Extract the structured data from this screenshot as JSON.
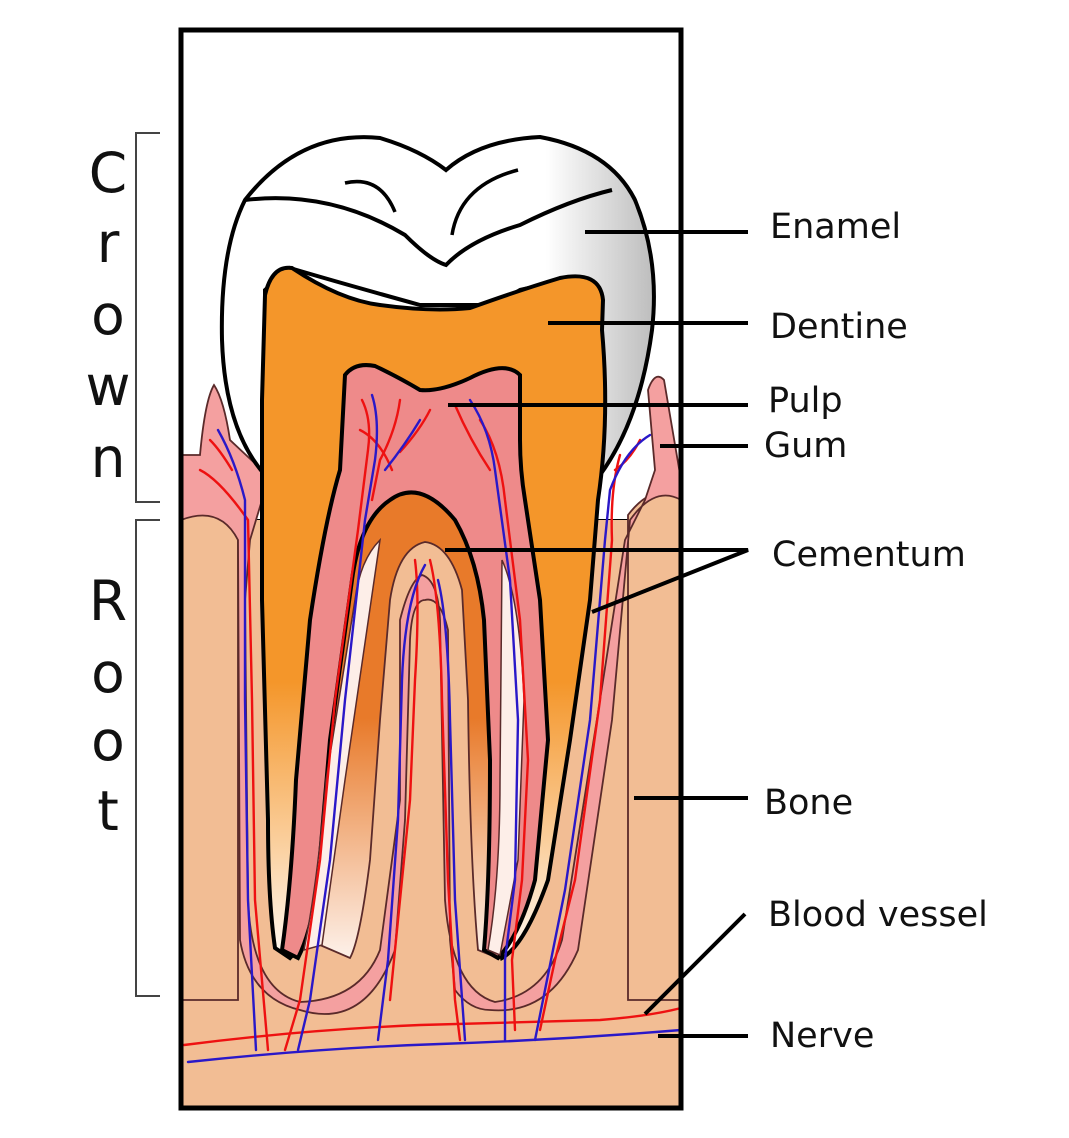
{
  "side_labels": {
    "crown": [
      "C",
      "r",
      "o",
      "w",
      "n"
    ],
    "root": [
      "R",
      "o",
      "o",
      "t"
    ]
  },
  "labels": {
    "enamel": "Enamel",
    "dentine": "Dentine",
    "pulp": "Pulp",
    "gum": "Gum",
    "cementum": "Cementum",
    "bone": "Bone",
    "blood_vessel": "Blood vessel",
    "nerve": "Nerve"
  },
  "colors": {
    "enamel": "#ffffff",
    "dentine": "#f4962a",
    "dentine_dark": "#e87a2a",
    "pulp": "#ee8a8a",
    "gum": "#f4a0a0",
    "bone": "#f2bd94",
    "blood_vessel": "#ee1111",
    "nerve": "#2a18c8",
    "outline": "#000000"
  }
}
